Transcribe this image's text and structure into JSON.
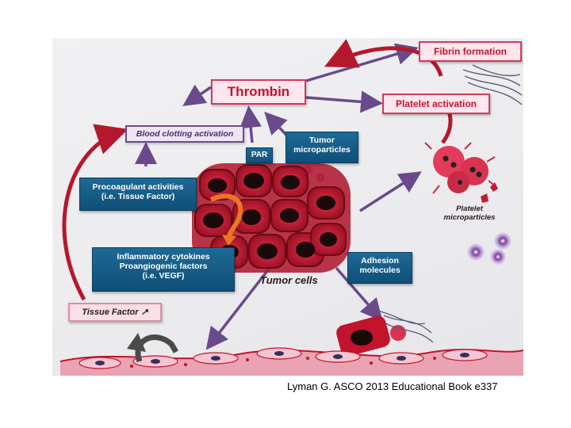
{
  "diagram": {
    "thrombin": "Thrombin",
    "fibrin_formation": "Fibrin formation",
    "platelet_activation": "Platelet  activation",
    "blood_clotting_activation": "Blood clotting activation",
    "par": "PAR",
    "tumor_microparticles": "Tumor microparticles",
    "procoagulant_line1": "Procoagulant activities",
    "procoagulant_line2": "(i.e. Tissue Factor)",
    "inflammatory_line1": "Inflammatory cytokines",
    "inflammatory_line2": "Proangiogenic factors",
    "inflammatory_line3": "(i.e. VEGF)",
    "adhesion_molecules": "Adhesion molecules",
    "tumor_cells": "Tumor cells",
    "platelet_microparticles": "Platelet microparticles",
    "tissue_factor": "Tissue Factor ↗"
  },
  "citation": "Lyman G. ASCO 2013 Educational Book e337",
  "colors": {
    "arrow_purple": "#6a4a8c",
    "arrow_red": "#b5182d",
    "pink_box_border": "#d23a5a",
    "blue_box": "#165d87"
  }
}
